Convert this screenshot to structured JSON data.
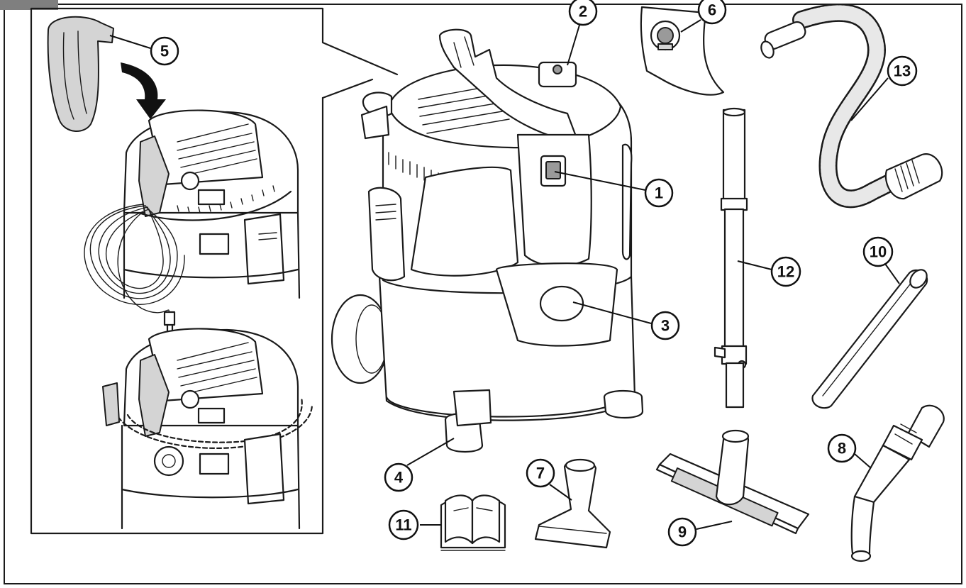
{
  "callouts": [
    {
      "id": "1",
      "label": "1"
    },
    {
      "id": "2",
      "label": "2"
    },
    {
      "id": "3",
      "label": "3"
    },
    {
      "id": "4",
      "label": "4"
    },
    {
      "id": "5",
      "label": "5"
    },
    {
      "id": "6",
      "label": "6"
    },
    {
      "id": "7",
      "label": "7"
    },
    {
      "id": "8",
      "label": "8"
    },
    {
      "id": "9",
      "label": "9"
    },
    {
      "id": "10",
      "label": "10"
    },
    {
      "id": "11",
      "label": "11"
    },
    {
      "id": "12",
      "label": "12"
    },
    {
      "id": "13",
      "label": "13"
    }
  ],
  "colors": {
    "line": "#1a1a1a",
    "part_fill": "#d4d4d4",
    "corner_tab": "#7f7f7f",
    "background": "#ffffff"
  },
  "parts": [
    "on-off-switch",
    "top-control",
    "side-port",
    "caster",
    "cable-hook",
    "filter-bag",
    "upholstery-nozzle",
    "crevice-adapter",
    "floor-brush",
    "crevice-tool",
    "manual",
    "extension-tube",
    "hose"
  ]
}
